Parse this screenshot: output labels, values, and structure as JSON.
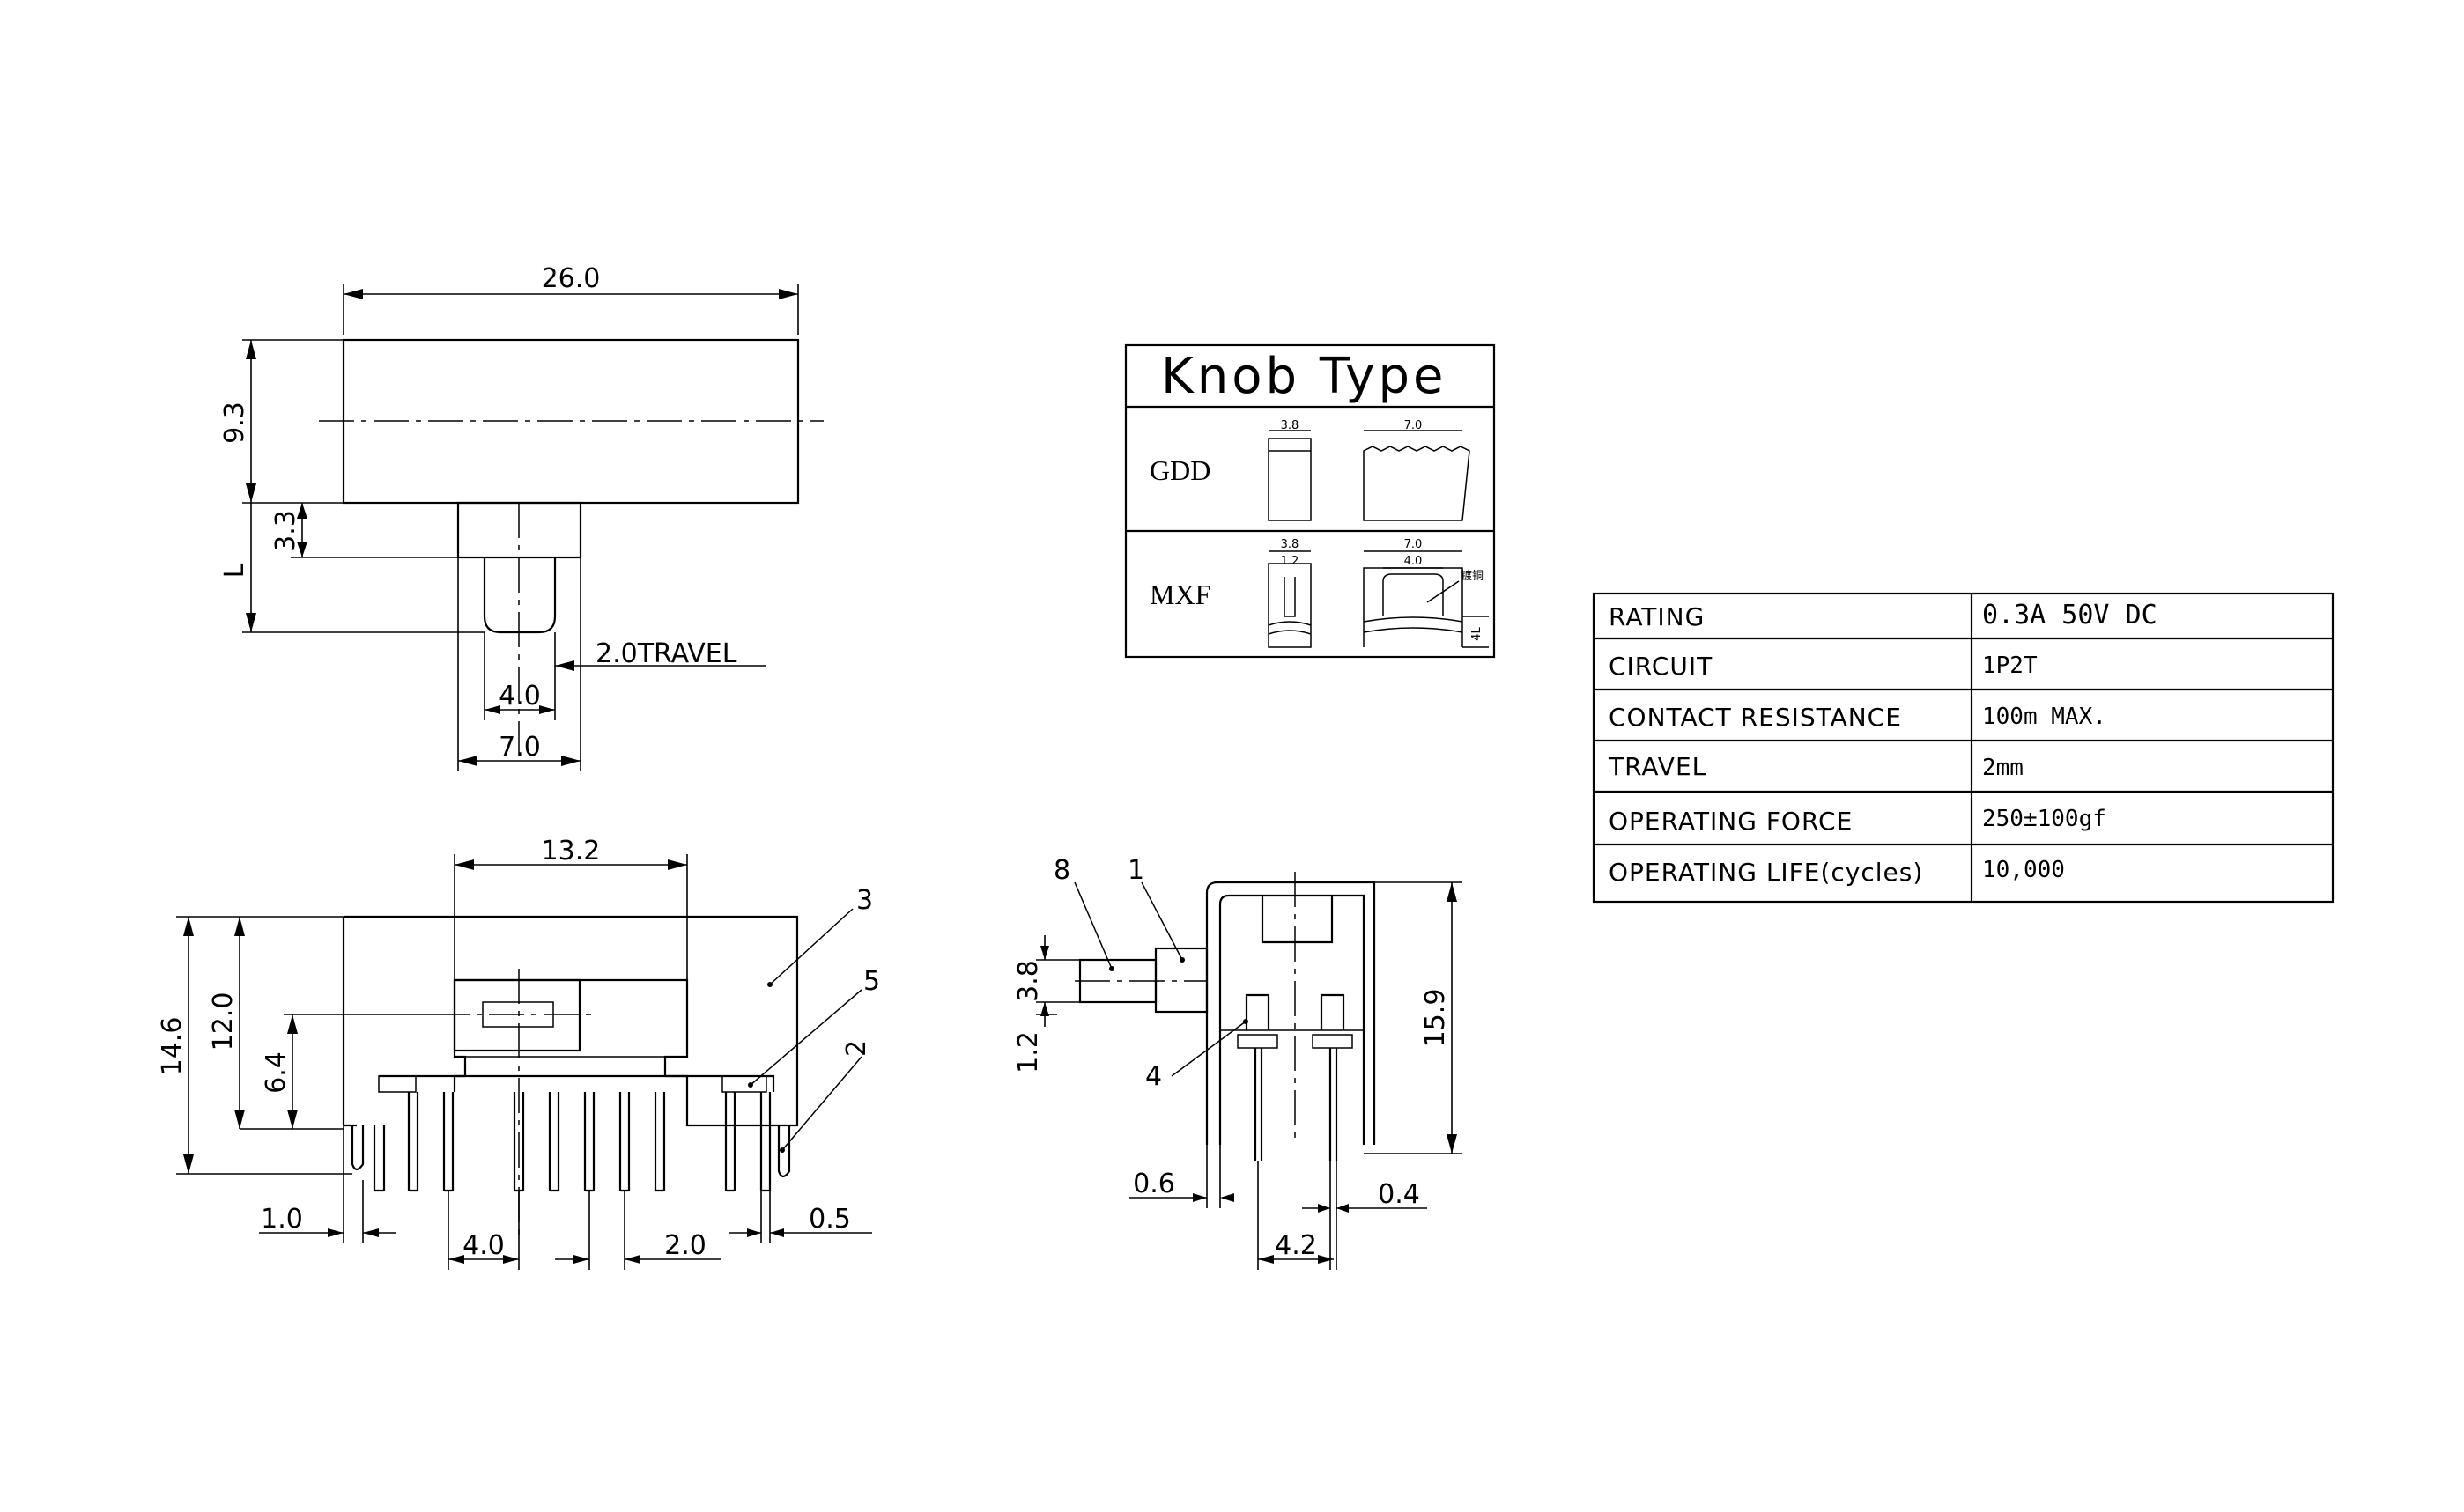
{
  "dims": {
    "top_width": "26.0",
    "top_height": "9.3",
    "stem_height": "3.3",
    "stem_len": "L",
    "travel": "2.0TRAVEL",
    "knob_inner": "4.0",
    "knob_outer": "7.0",
    "front_slot": "13.2",
    "front_total": "14.6",
    "front_body": "12.0",
    "front_knob": "6.4",
    "pin_offset": "1.0",
    "pin_pitch_a": "4.0",
    "pin_pitch_b": "2.0",
    "pin_width": "0.5",
    "side_knob": "3.8",
    "side_knob_off": "1.2",
    "side_height": "15.9",
    "side_frame": "0.6",
    "side_pin": "0.4",
    "side_pitch": "4.2"
  },
  "callouts": [
    "8",
    "1",
    "3",
    "5",
    "2",
    "4"
  ],
  "knob": {
    "title": "Knob Type",
    "rows": [
      {
        "name": "GDD",
        "dim_a": "3.8",
        "dim_b": "7.0"
      },
      {
        "name": "MXF",
        "dim_a": "3.8",
        "dim_a2": "1.2",
        "dim_b": "7.0",
        "dim_b2": "4.0",
        "note": "镀铜",
        "height": "4L"
      }
    ]
  },
  "specs": [
    {
      "label": "RATING",
      "value": "0.3A 50V DC"
    },
    {
      "label": "CIRCUIT",
      "value": "1P2T"
    },
    {
      "label": "CONTACT RESISTANCE",
      "value": "100m   MAX."
    },
    {
      "label": "TRAVEL",
      "value": "2mm"
    },
    {
      "label": "OPERATING FORCE",
      "value": "250±100gf"
    },
    {
      "label": "OPERATING LIFE(cycles)",
      "value": "10,000"
    }
  ]
}
